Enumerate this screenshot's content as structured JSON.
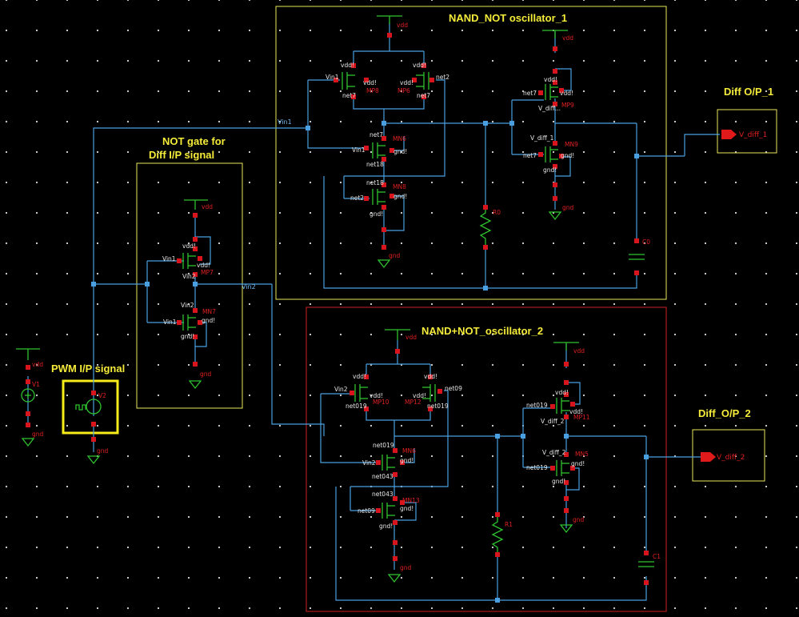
{
  "blocks": {
    "osc1": "NAND_NOT oscillator_1",
    "osc2": "NAND+NOT_oscillator_2",
    "not_gate_1": "NOT gate for",
    "not_gate_2": "Diff I/P signal",
    "pwm": "PWM I/P signal",
    "out1": "Diff O/P_1",
    "out2": "Diff_O/P_2"
  },
  "nets": {
    "vin1": "Vin1",
    "vin2": "Vin2",
    "vdiff1": "V_diff_1",
    "vdiff2": "V_diff_2"
  },
  "colors": {
    "wire": "#4a9fe0",
    "device": "#2fc22f",
    "pin": "#d8141c",
    "block_yellow": "#e8e85a",
    "block_red": "#d02020",
    "label": "#f5ec3a"
  }
}
